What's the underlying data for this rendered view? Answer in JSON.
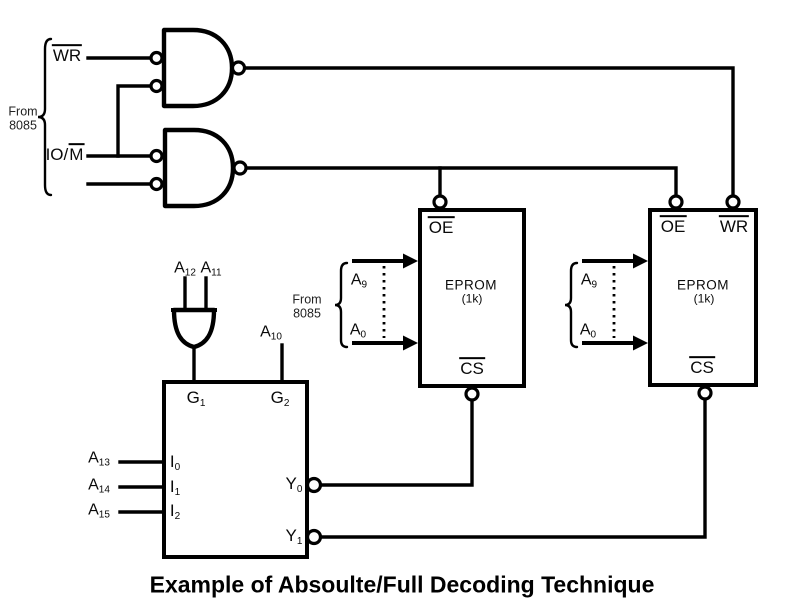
{
  "caption": "Example of Absoulte/Full Decoding Technique",
  "colors": {
    "ink": "#000000",
    "paper": "#ffffff"
  },
  "source_8085": {
    "group_label": [
      "From",
      "8085"
    ],
    "wr": "WR",
    "iom_prefix": "IO/",
    "iom_overlined": "M"
  },
  "gate_inputs": {
    "a12": [
      "A",
      "12"
    ],
    "a11": [
      "A",
      "11"
    ]
  },
  "decoder": {
    "g1": [
      "G",
      "1"
    ],
    "g2": [
      "G",
      "2"
    ],
    "i0": [
      "I",
      "0"
    ],
    "i1": [
      "I",
      "1"
    ],
    "i2": [
      "I",
      "2"
    ],
    "y0": [
      "Y",
      "0"
    ],
    "y1": [
      "Y",
      "1"
    ],
    "a10": [
      "A",
      "10"
    ],
    "a13": [
      "A",
      "13"
    ],
    "a14": [
      "A",
      "14"
    ],
    "a15": [
      "A",
      "15"
    ]
  },
  "address_bus": {
    "group_label": [
      "From",
      "8085"
    ],
    "a9": [
      "A",
      "9"
    ],
    "a0": [
      "A",
      "0"
    ]
  },
  "eprom1": {
    "name": "EPROM",
    "size": "(1k)",
    "oe": "OE",
    "cs": "CS"
  },
  "eprom2": {
    "name": "EPROM",
    "size": "(1k)",
    "oe": "OE",
    "wr": "WR",
    "cs": "CS"
  }
}
